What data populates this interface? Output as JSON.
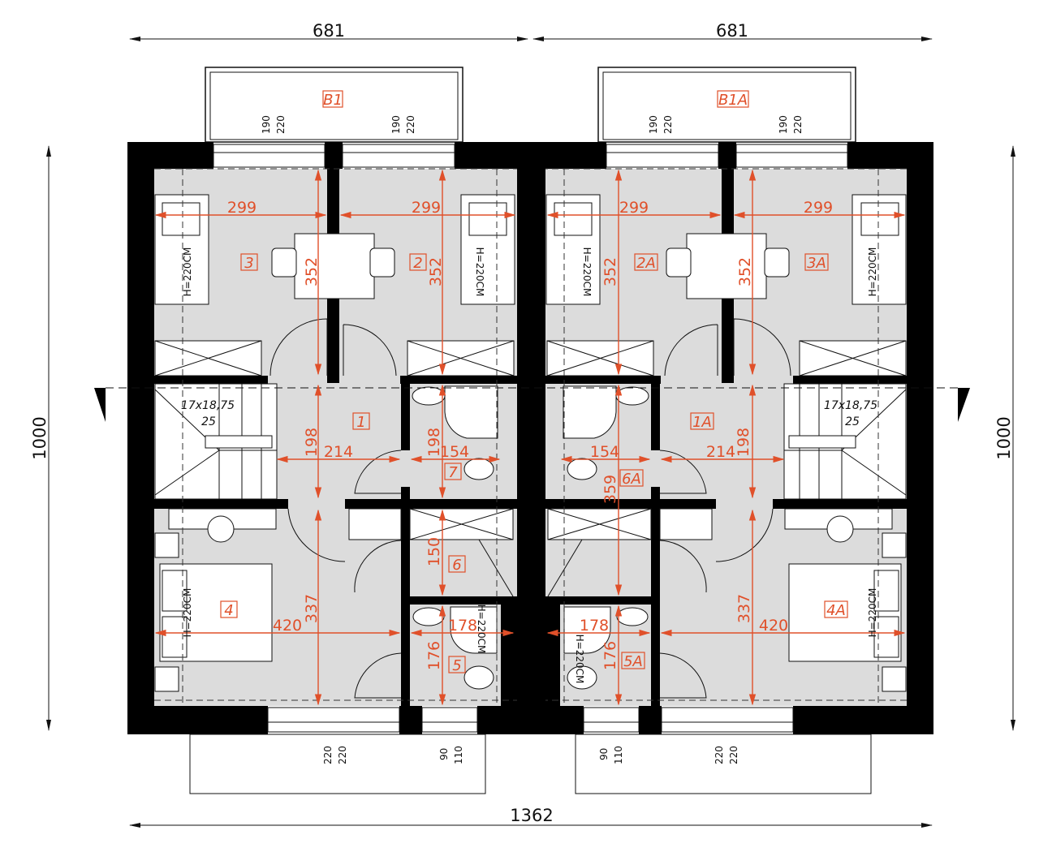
{
  "overall": {
    "top_left_width": "681",
    "top_right_width": "681",
    "total_width": "1362",
    "left_depth": "1000",
    "right_depth": "1000"
  },
  "balconies": {
    "left": "B1",
    "right": "B1A"
  },
  "openings_top": [
    {
      "a": "190",
      "b": "220"
    },
    {
      "a": "190",
      "b": "220"
    },
    {
      "a": "190",
      "b": "220"
    },
    {
      "a": "190",
      "b": "220"
    }
  ],
  "openings_bottom": [
    {
      "a": "220",
      "b": "220"
    },
    {
      "a": "90",
      "b": "110"
    },
    {
      "a": "90",
      "b": "110"
    },
    {
      "a": "220",
      "b": "220"
    }
  ],
  "rooms": {
    "r3": "3",
    "r2": "2",
    "r2a": "2A",
    "r3a": "3A",
    "r1": "1",
    "r1a": "1A",
    "r7": "7",
    "r6a": "6A",
    "r6": "6",
    "r4": "4",
    "r4a": "4A",
    "r5": "5",
    "r5a": "5A"
  },
  "dims": {
    "w299": "299",
    "h352": "352",
    "h198": "198",
    "w214": "214",
    "w154": "154",
    "h359": "359",
    "h150": "150",
    "h337": "337",
    "w420": "420",
    "w178": "178",
    "h176": "176"
  },
  "stairs": {
    "steps": "17x18,75",
    "tread": "25"
  },
  "bed_note": "H=220CM",
  "colors": {
    "dimension": "#e0502a",
    "wall": "#000000",
    "floor": "#dcdcdc"
  }
}
